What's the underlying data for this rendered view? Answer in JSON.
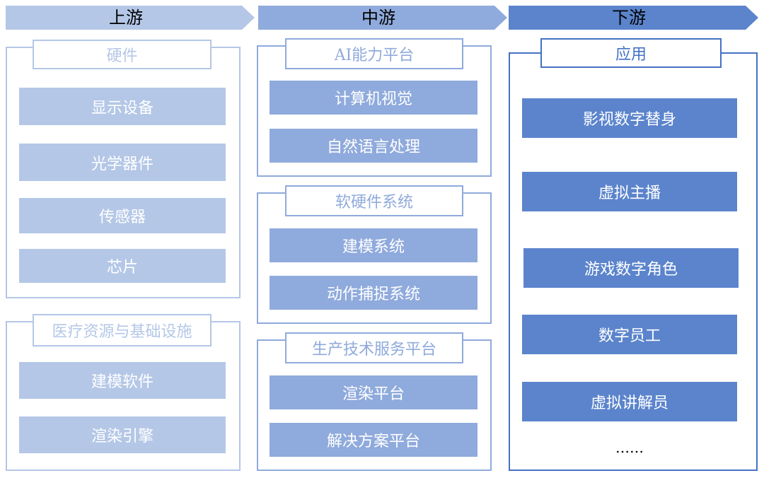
{
  "colors": {
    "upstream": "#b4c7e7",
    "midstream": "#8faadc",
    "downstream": "#5b84cc",
    "downstream_border": "#4472c4"
  },
  "headers": {
    "upstream": "上游",
    "midstream": "中游",
    "downstream": "下游"
  },
  "upstream": {
    "hardware": {
      "title": "硬件",
      "items": [
        "显示设备",
        "光学器件",
        "传感器",
        "芯片"
      ]
    },
    "infra": {
      "title": "医疗资源与基础设施",
      "items": [
        "建模软件",
        "渲染引擎"
      ]
    }
  },
  "midstream": {
    "ai": {
      "title": "AI能力平台",
      "items": [
        "计算机视觉",
        "自然语言处理"
      ]
    },
    "system": {
      "title": "软硬件系统",
      "items": [
        "建模系统",
        "动作捕捉系统"
      ]
    },
    "production": {
      "title": "生产技术服务平台",
      "items": [
        "渲染平台",
        "解决方案平台"
      ]
    }
  },
  "downstream": {
    "app": {
      "title": "应用",
      "items": [
        "影视数字替身",
        "虚拟主播",
        "游戏数字角色",
        "数字员工",
        "虚拟讲解员"
      ],
      "more": "……"
    }
  }
}
